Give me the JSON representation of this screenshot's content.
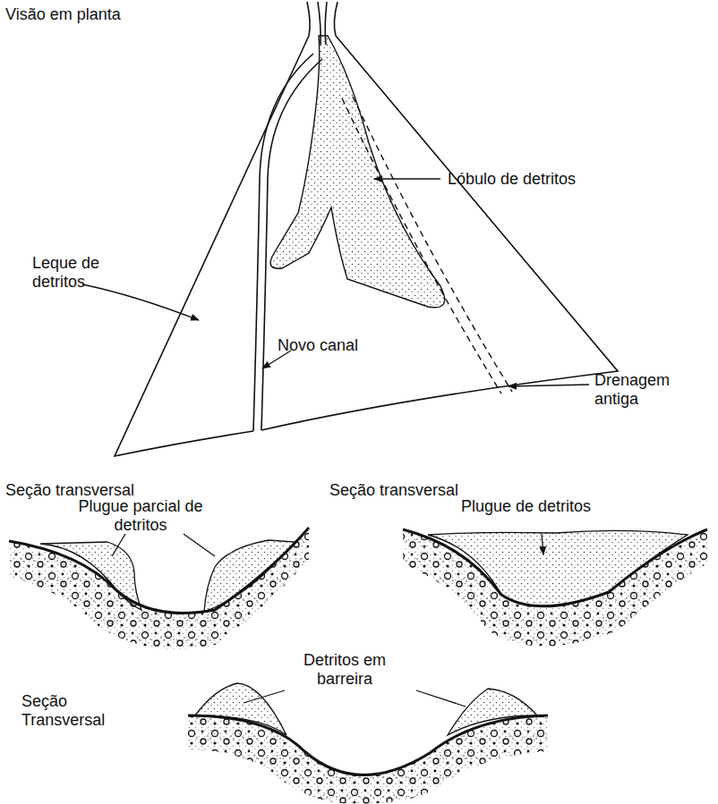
{
  "diagram": {
    "labels": [
      "Visão em planta",
      "Lóbulo de detritos",
      "Leque de detritos",
      "Novo canal",
      "Drenagem antiga",
      "Seção transversal",
      "Seção transversal",
      "Plugue parcial de detritos",
      "Plugue de detritos",
      "Detritos em barreira",
      "Seção Transversal"
    ]
  }
}
